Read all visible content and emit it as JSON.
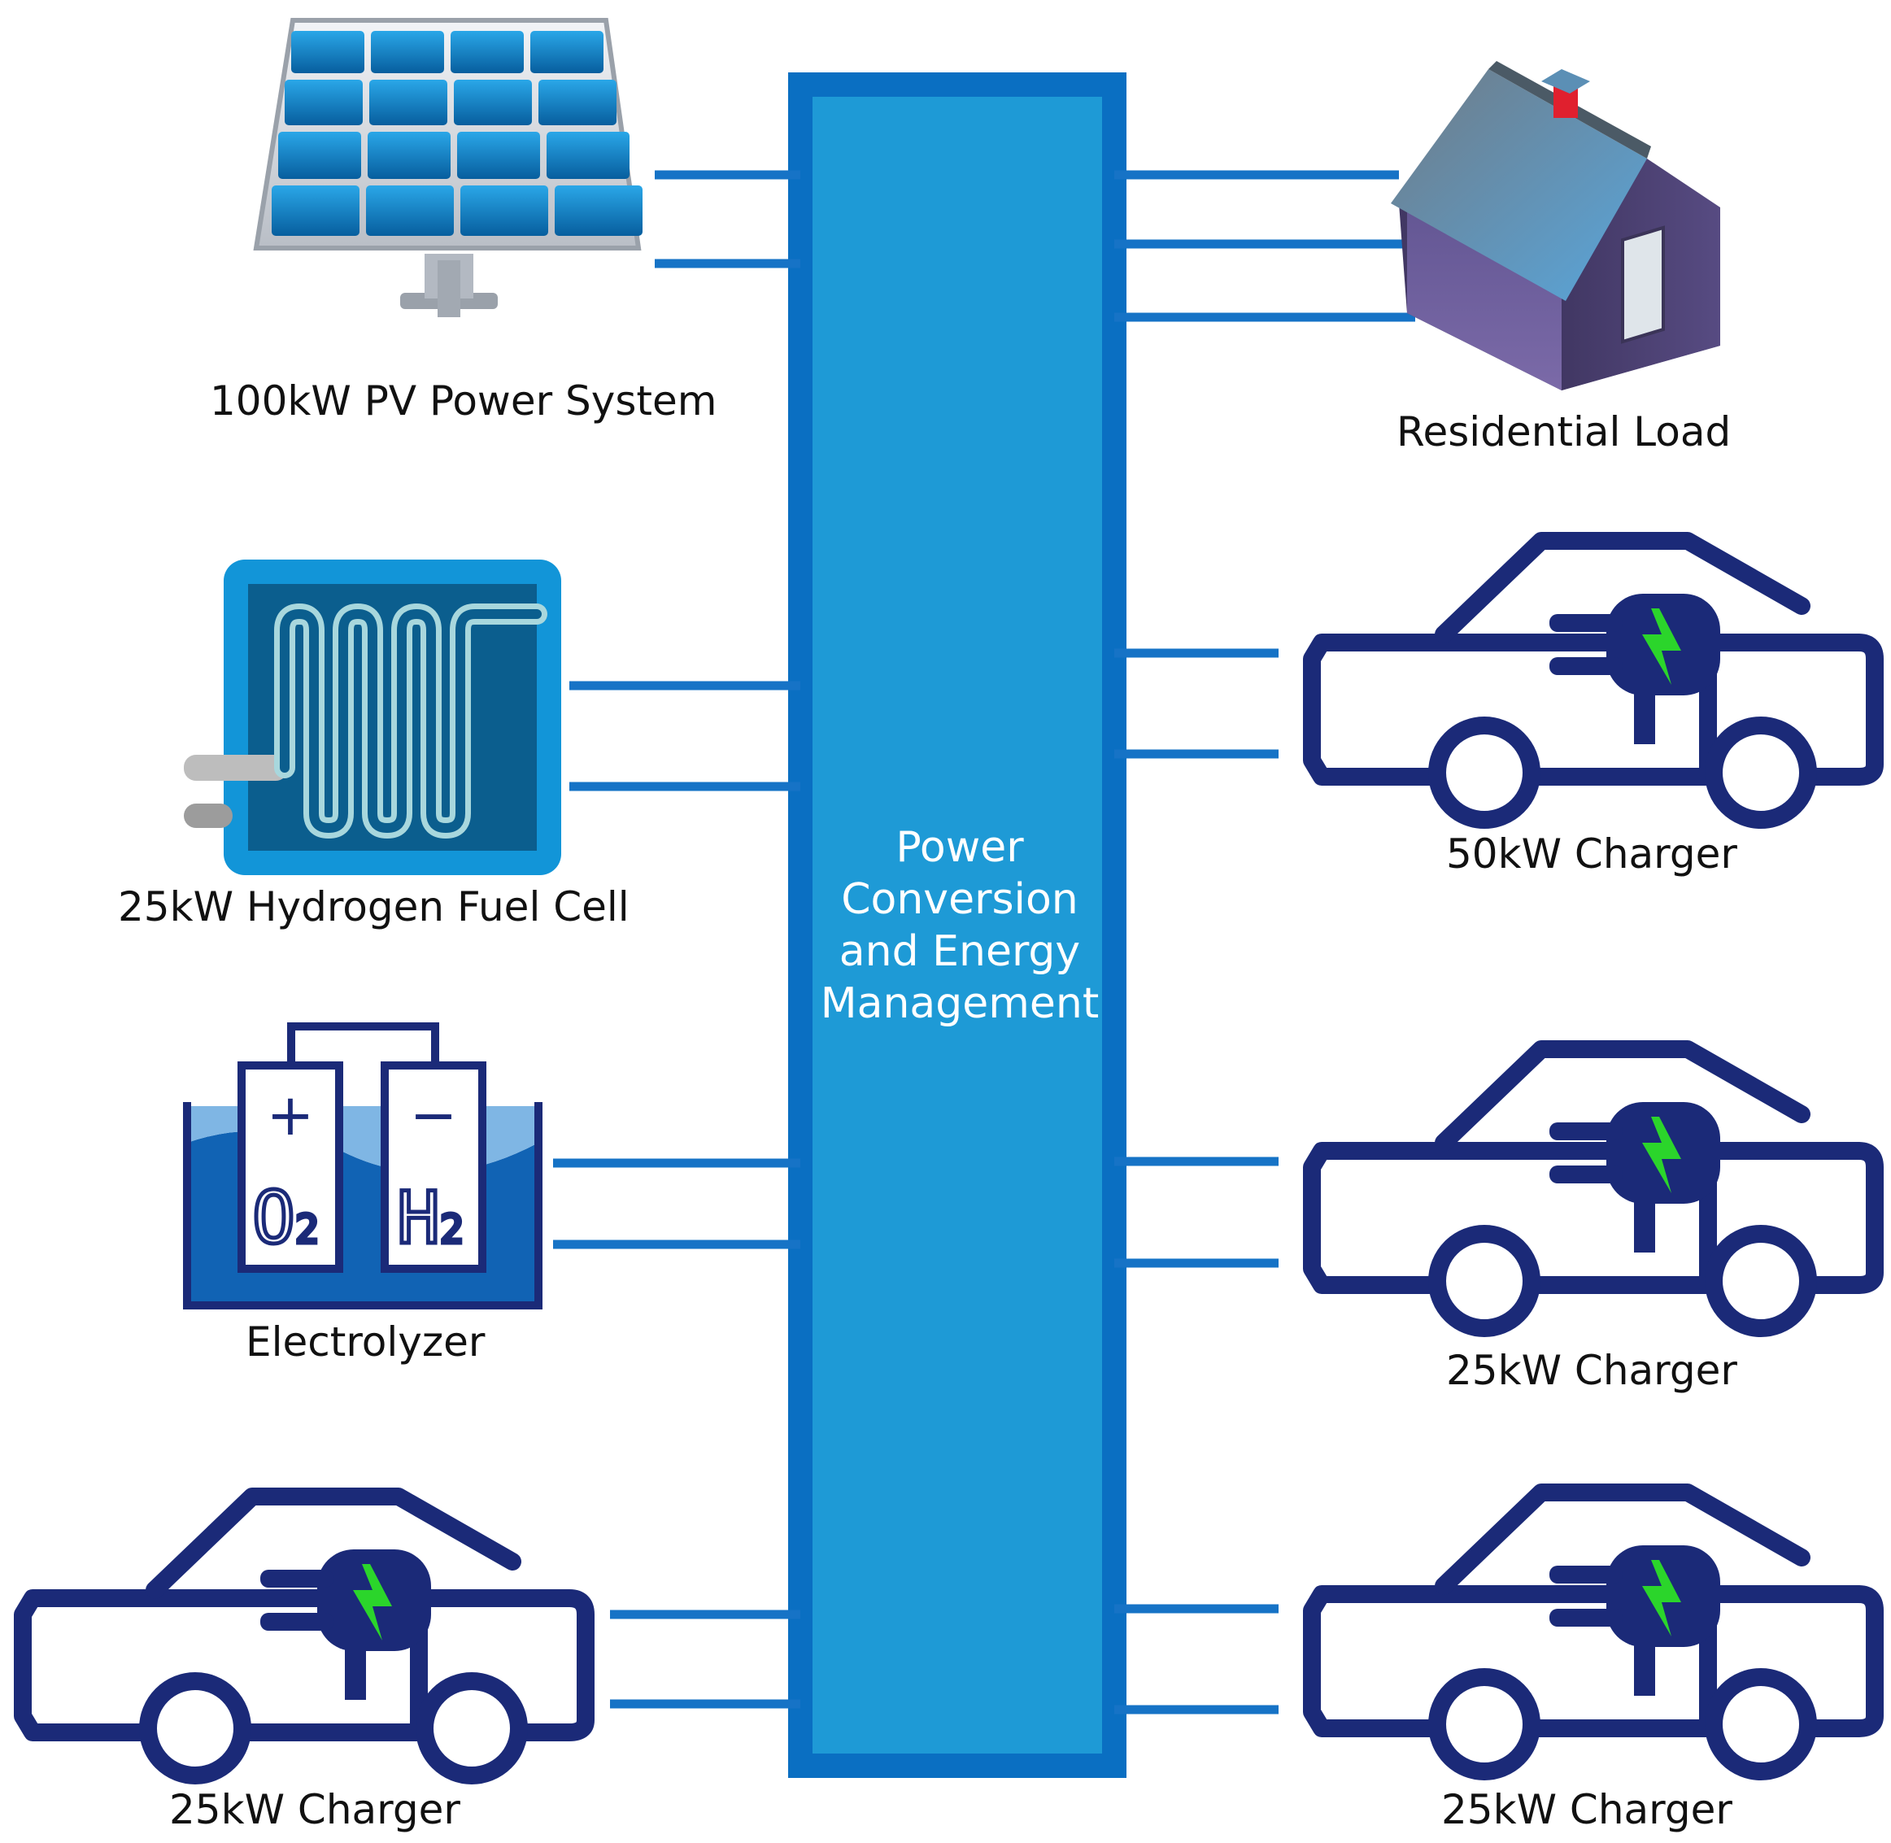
{
  "hub": {
    "lines": [
      "Power",
      "Conversion",
      "and Energy",
      "Management"
    ]
  },
  "left": {
    "pv": "100kW PV Power System",
    "fuel_cell": "25kW Hydrogen Fuel Cell",
    "electrolyzer": "Electrolyzer",
    "charger": "25kW Charger"
  },
  "right": {
    "residential": "Residential Load",
    "charger_1": "50kW Charger",
    "charger_2": "25kW Charger",
    "charger_3": "25kW Charger"
  },
  "electrolyzer_glyphs": {
    "plus": "+",
    "minus": "−",
    "o2": "O",
    "o2_sub": "2",
    "h2": "H",
    "h2_sub": "2"
  },
  "colors": {
    "hub_fill": "#1e9ad6",
    "hub_border": "#0a6fc2",
    "connector": "#1673c6",
    "car": "#1b2a78",
    "bolt": "#2bd52b"
  }
}
